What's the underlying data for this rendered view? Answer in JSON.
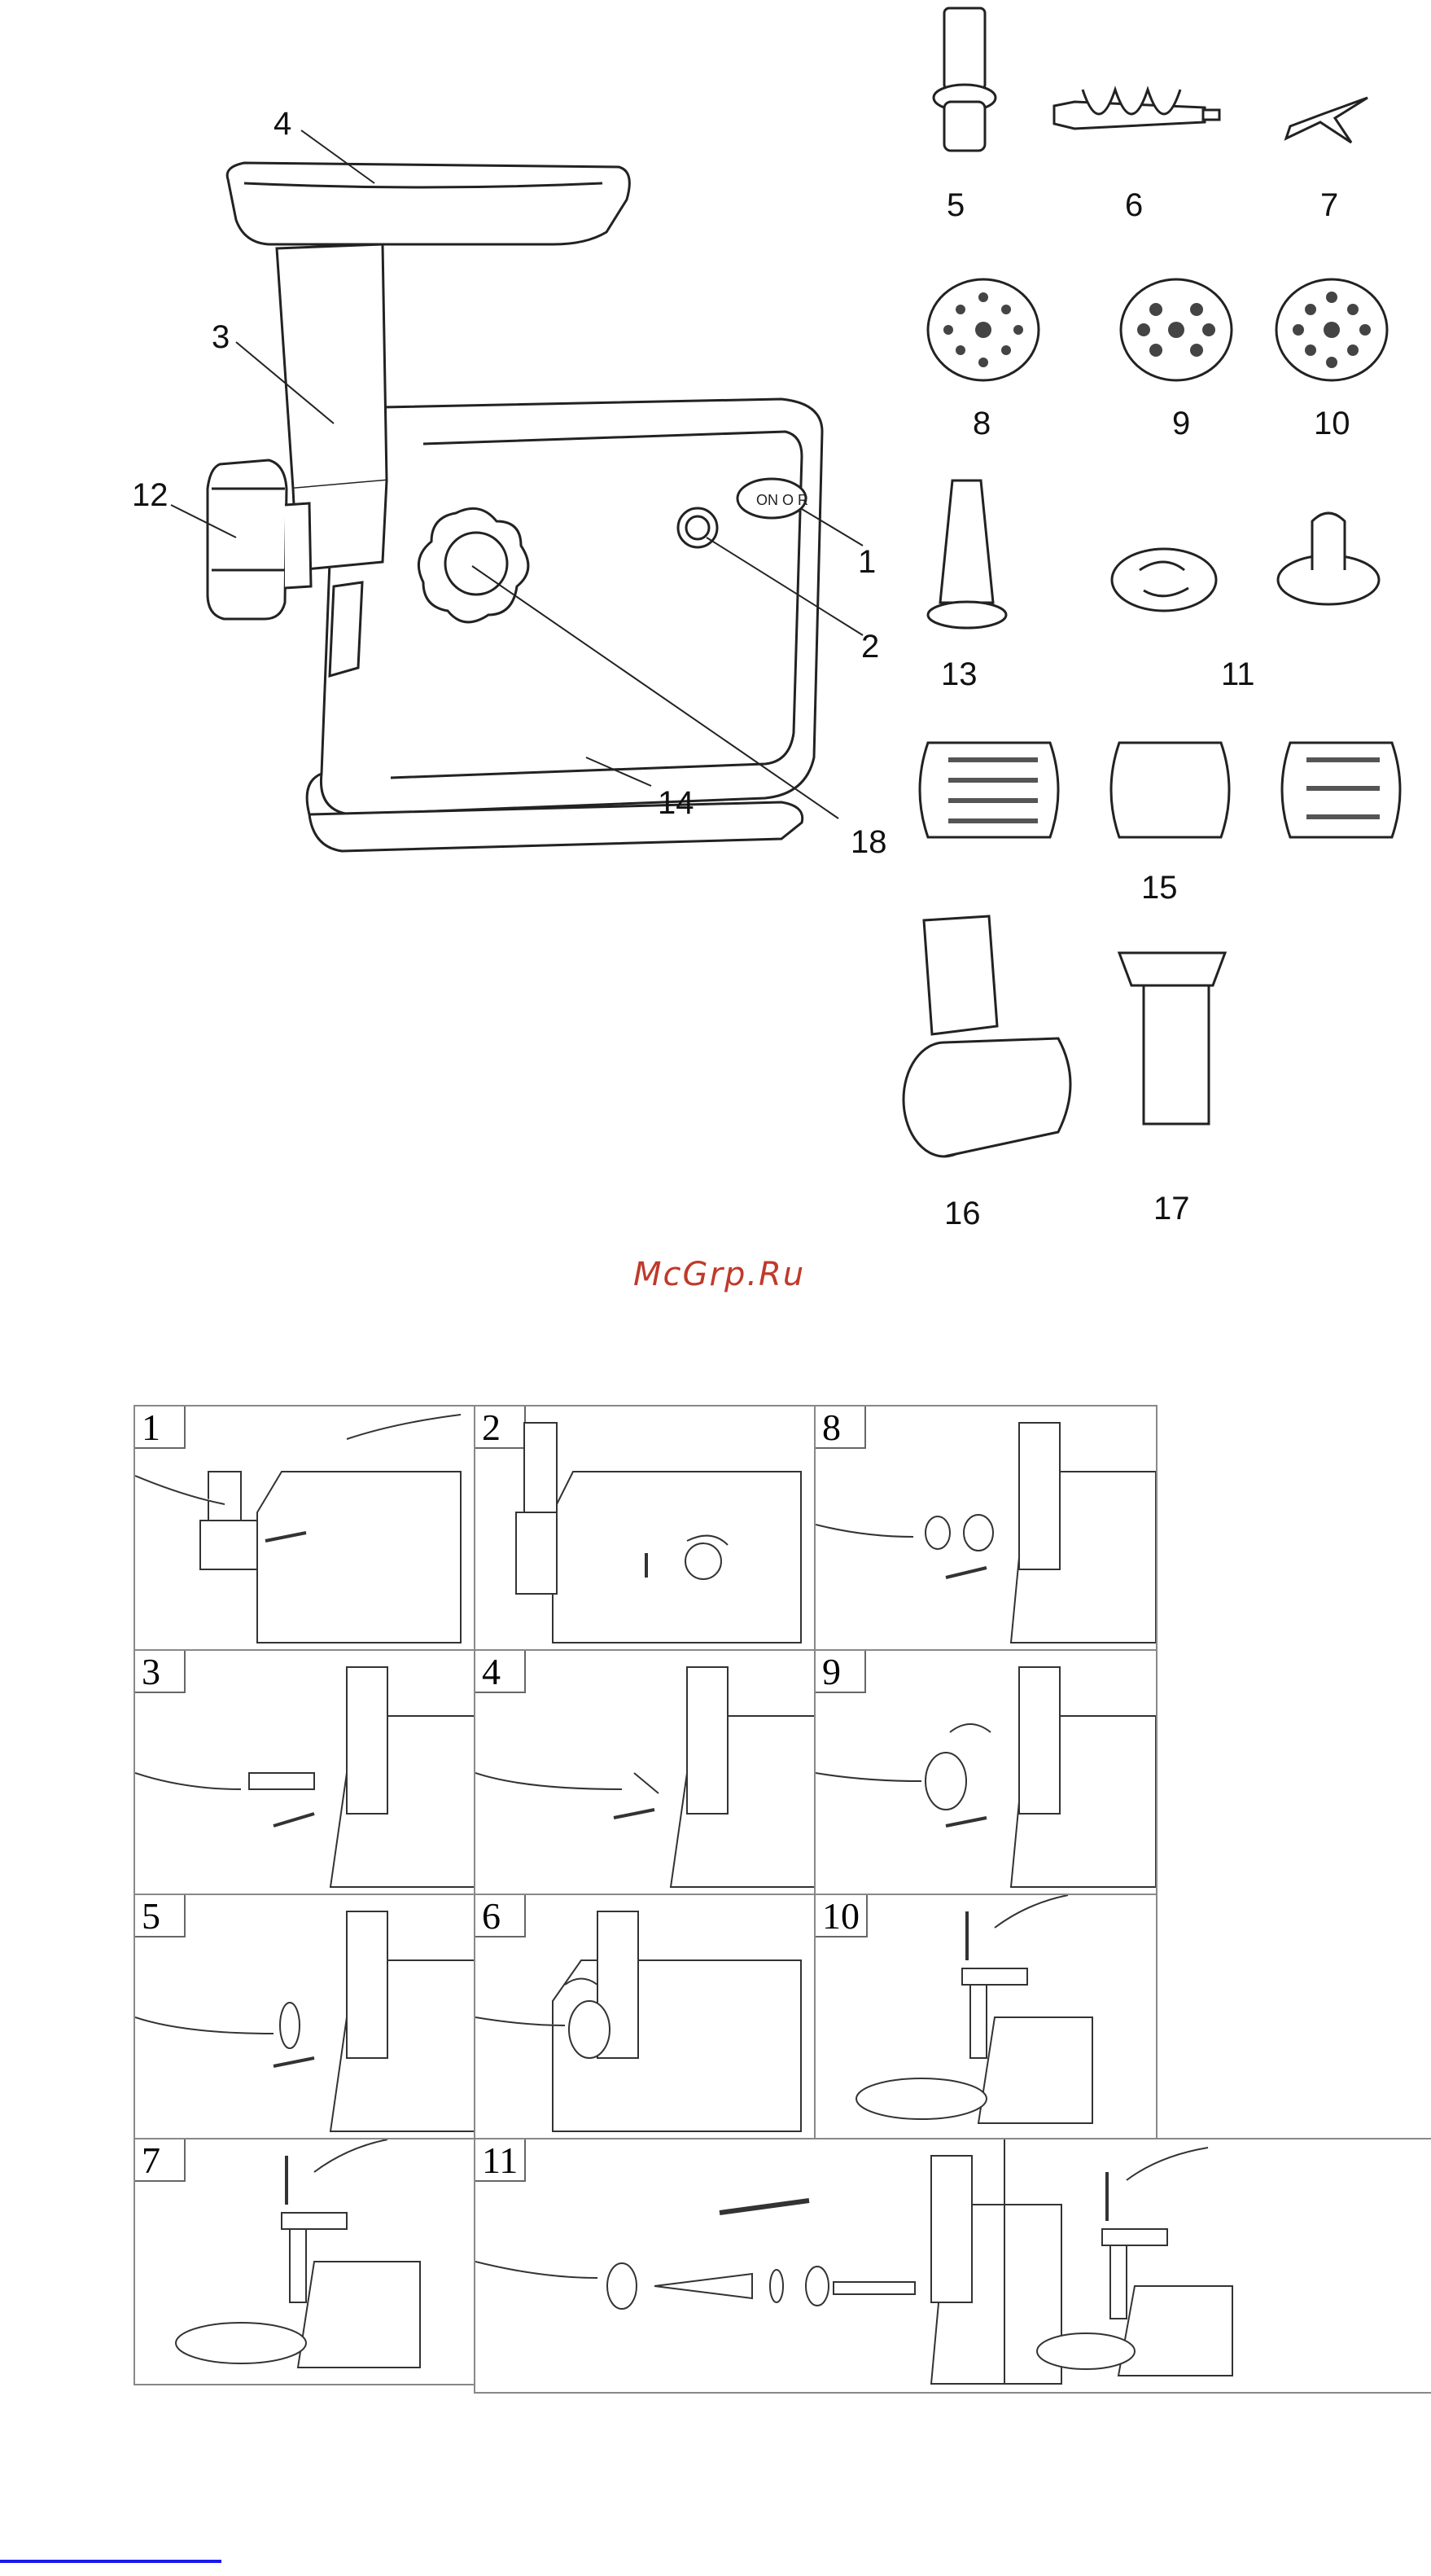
{
  "callouts": {
    "c1": "1",
    "c2": "2",
    "c3": "3",
    "c4": "4",
    "c5": "5",
    "c6": "6",
    "c7": "7",
    "c8": "8",
    "c9": "9",
    "c10": "10",
    "c11": "11",
    "c12": "12",
    "c13": "13",
    "c14": "14",
    "c15": "15",
    "c16": "16",
    "c17": "17",
    "c18": "18"
  },
  "switch_label": "ON O R",
  "watermark": "McGrp.Ru",
  "steps": [
    "1",
    "2",
    "8",
    "3",
    "4",
    "9",
    "5",
    "6",
    "10",
    "7",
    "11"
  ]
}
